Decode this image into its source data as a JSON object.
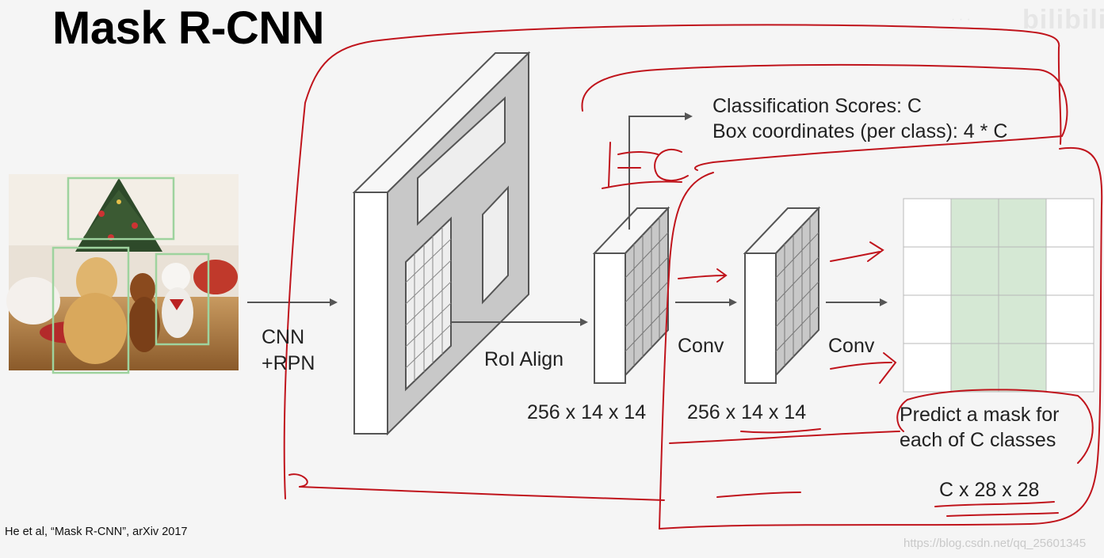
{
  "slide": {
    "title": "Mask R-CNN"
  },
  "input_image": {
    "alt": "photo of two dogs and a cat in front of a christmas tree with detection boxes",
    "box_color": "#9ed39e"
  },
  "labels": {
    "cnn_rpn_line1": "CNN",
    "cnn_rpn_line2": "+RPN",
    "roi_align": "RoI Align",
    "conv1": "Conv",
    "conv2": "Conv",
    "dim1": "256 x 14 x 14",
    "dim2": "256 x 14 x 14",
    "class_scores": "Classification Scores: C",
    "box_coords": "Box coordinates (per class): 4 * C",
    "mask_line1": "Predict a mask for",
    "mask_line2": "each of C classes",
    "mask_dim": "C x 28 x 28",
    "annotation_fc": "FC"
  },
  "citation": "He et al, “Mask R-CNN”, arXiv 2017",
  "watermark": {
    "url": "https://blog.csdn.net/qq_25601345",
    "logo": "bilibili"
  },
  "colors": {
    "annotation_red": "#c0141c",
    "mask_green": "#d5e8d4",
    "feature_gray": "#c8c8c8"
  }
}
